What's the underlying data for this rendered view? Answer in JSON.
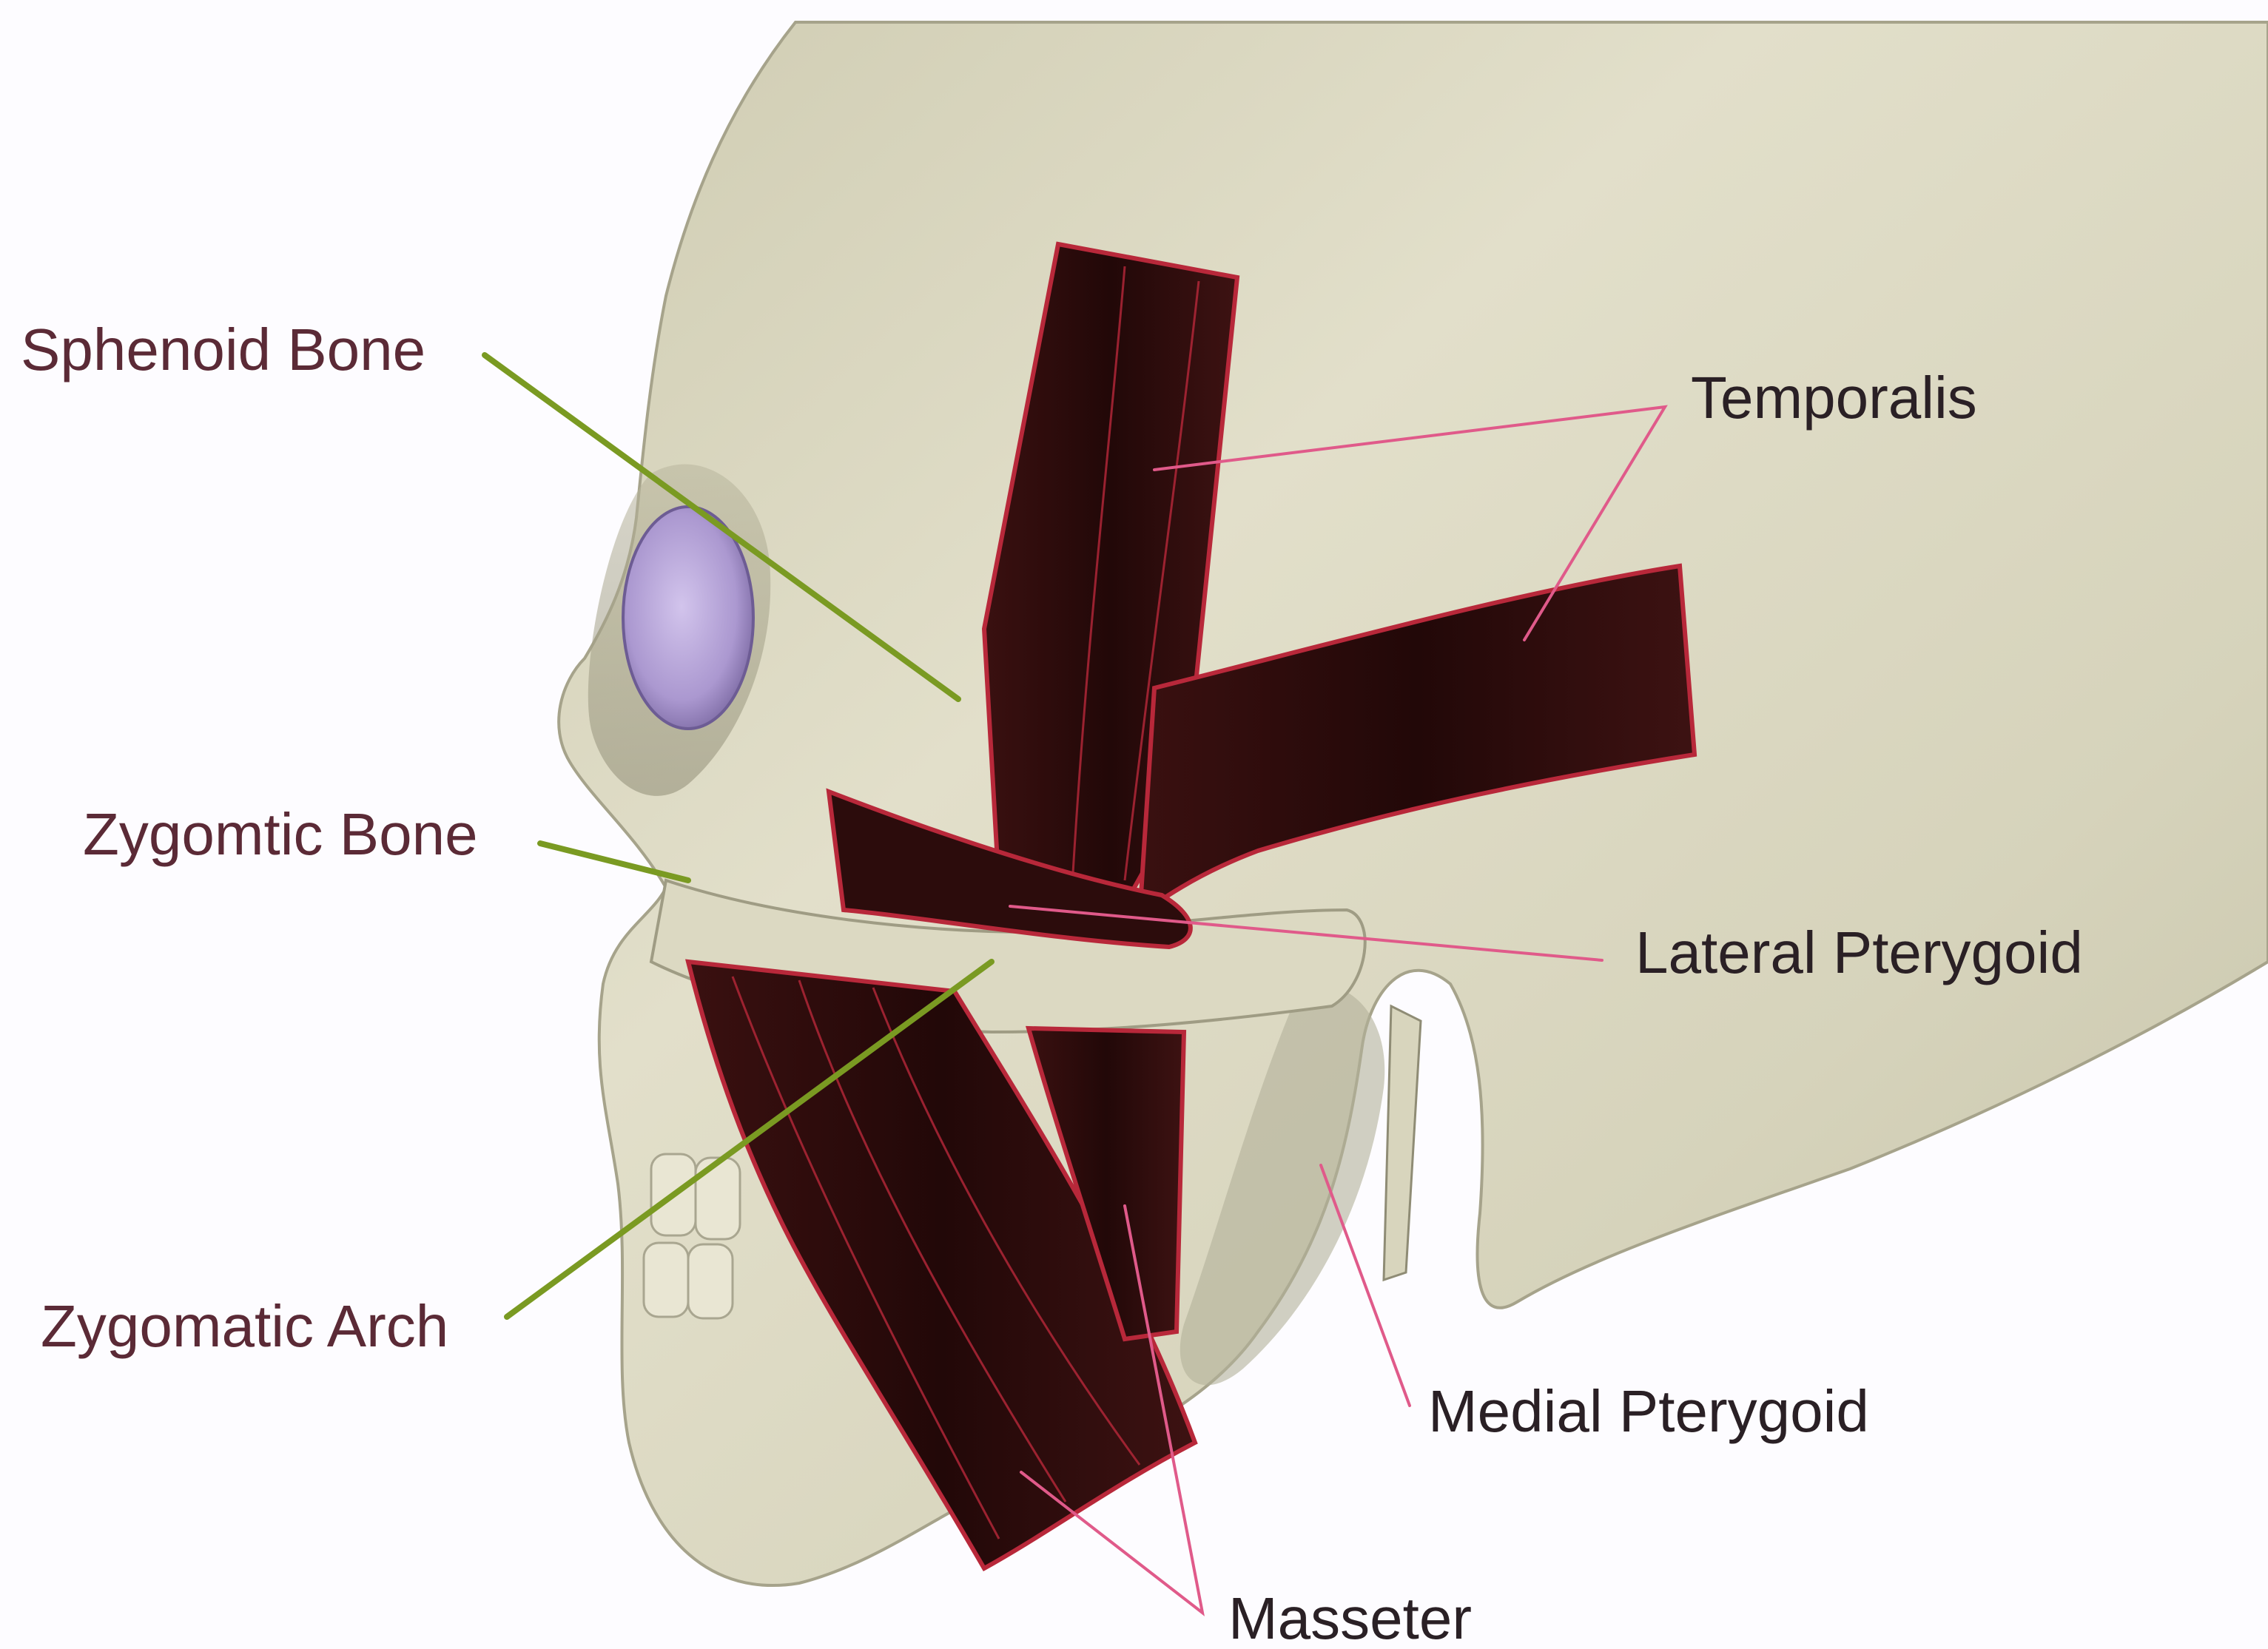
{
  "labels": {
    "bones": [
      {
        "id": "sphenoid",
        "text": "Sphenoid Bone"
      },
      {
        "id": "zygomatic-bone",
        "text": "Zygomtic Bone"
      },
      {
        "id": "zygomatic-arch",
        "text": "Zygomatic Arch"
      }
    ],
    "muscles": [
      {
        "id": "temporalis",
        "text": "Temporalis"
      },
      {
        "id": "lateral-pterygoid",
        "text": "Lateral Pterygoid"
      },
      {
        "id": "medial-pterygoid",
        "text": "Medial Pterygoid"
      },
      {
        "id": "masseter",
        "text": "Masseter"
      }
    ]
  },
  "colors": {
    "background": "#fdfcff",
    "bone": "#dedbc4",
    "bone_shadow": "#a9a690",
    "muscle": "#2a0d0d",
    "muscle_edge": "#b8283a",
    "eye": "#b6a3d6",
    "bone_leader": "#7a9a22",
    "muscle_leader": "#e05a8a",
    "bone_text": "#5b2a36",
    "muscle_text": "#2a2025"
  }
}
